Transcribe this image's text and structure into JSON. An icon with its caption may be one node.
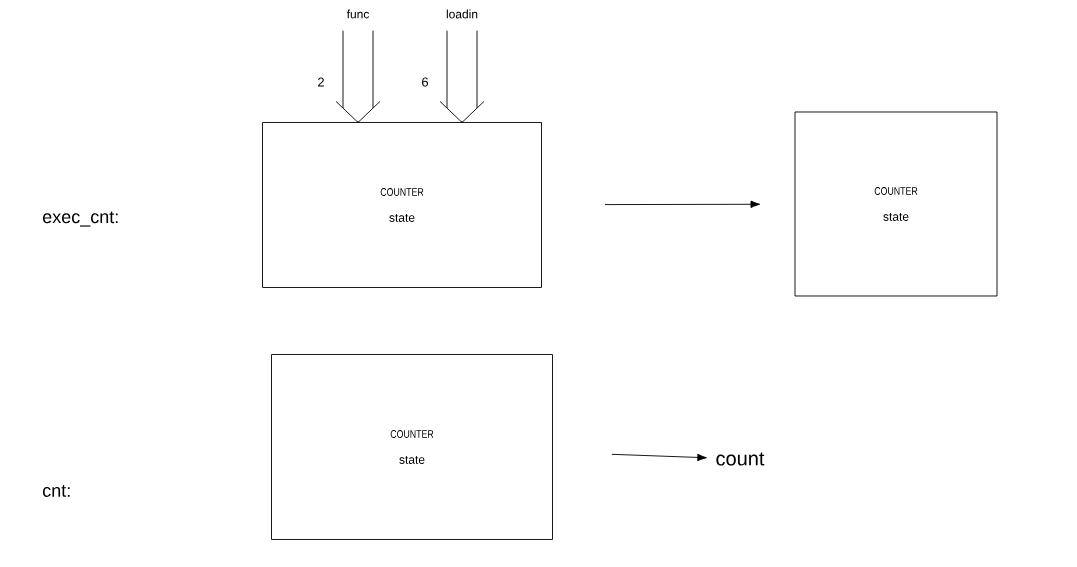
{
  "diagram": {
    "nodes": [
      {
        "text": [
          "COUNTER",
          "state"
        ]
      },
      {
        "text": [
          "COUNTER",
          "state"
        ]
      },
      {
        "text": [
          "COUNTER",
          "state"
        ]
      },
      {
        "text": [
          "func"
        ]
      },
      {
        "text": [
          "loadin"
        ]
      },
      {
        "text": [
          "count"
        ]
      }
    ],
    "edges": [
      {
        "from": 3,
        "to": 0,
        "arrow": "to",
        "label": "2"
      },
      {
        "from": 4,
        "to": 0,
        "arrow": "to",
        "label": "6"
      },
      {
        "from": 0,
        "to": 1,
        "arrow": "to"
      },
      {
        "from": 2,
        "to": 5,
        "arrow": "to"
      }
    ],
    "labels": [
      "exec_cnt:",
      "cnt:"
    ]
  }
}
